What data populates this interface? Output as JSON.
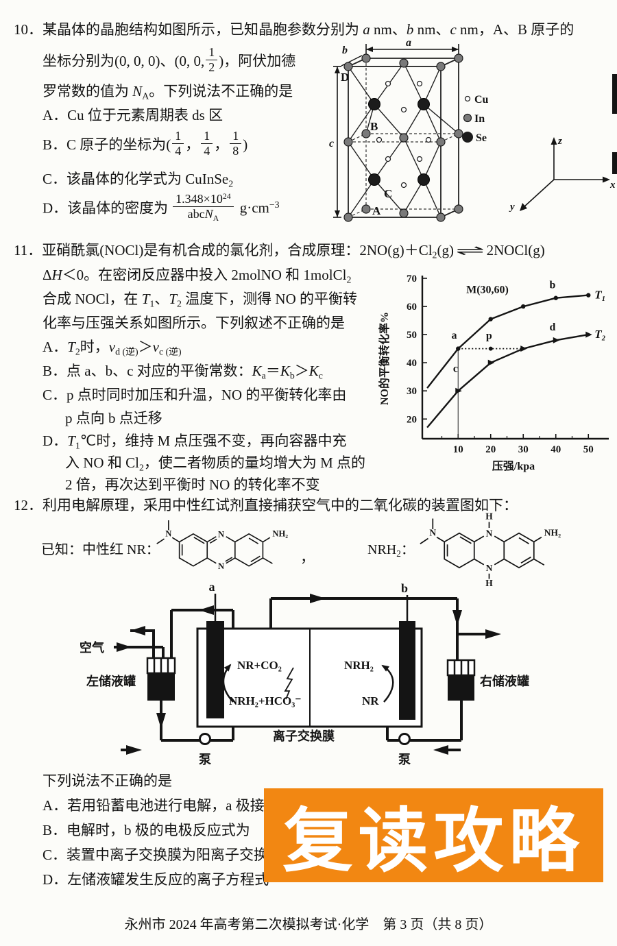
{
  "colors": {
    "paper": "#fcfcf9",
    "ink": "#141414",
    "watermark_bg": "#F28712",
    "watermark_text": "#ffffff"
  },
  "watermark": {
    "text": "复读攻略"
  },
  "footer": "永州市 2024 年高考第二次模拟考试·化学　第 3 页（共 8 页）",
  "q10": {
    "l1": "10．某晶体的晶胞结构如图所示，已知晶胞参数分别为 *a* nm、*b* nm、*c* nm，A、B 原子的",
    "l2_pre": "坐标分别为(0, 0, 0)、(0, 0,",
    "f12": {
      "n": "1",
      "d": "2"
    },
    "l2_post": ")，阿伏加德",
    "l3": "罗常数的值为 *N*~A~。下列说法不正确的是",
    "optA": "A．Cu 位于元素周期表 ds 区",
    "optB_pre": "B．C 原子的坐标为(",
    "f14a": {
      "n": "1",
      "d": "4"
    },
    "comma1": "，",
    "f14b": {
      "n": "1",
      "d": "4"
    },
    "comma2": "，",
    "f18": {
      "n": "1",
      "d": "8"
    },
    "optB_post": ")",
    "optC": "C．该晶体的化学式为 CuInSe~2~",
    "optD_pre": "D．该晶体的密度为",
    "fD": {
      "n": "1.348×10^24^",
      "d": "abc*N*~A~"
    },
    "optD_post": "g·cm^−3^",
    "diagram": {
      "dim_a": "a",
      "dim_b": "b",
      "dim_c": "c",
      "label_D": "D",
      "label_B": "B",
      "label_C": "C",
      "label_A": "A",
      "legend": [
        {
          "label": "Cu"
        },
        {
          "label": "In"
        },
        {
          "label": "Se"
        }
      ],
      "axis": {
        "x": "x",
        "y": "y",
        "z": "z"
      }
    }
  },
  "q11": {
    "l1_pre": "11．亚硝酰氯(NOCl)是有机合成的氯化剂，合成原理：2NO(g)＋Cl~2~(g)",
    "eq_arrow": "⇌",
    "l1_post": "2NOCl(g)",
    "l2": "Δ*H*＜0。在密闭反应器中投入 2molNO 和 1molCl~2~",
    "l3": "合成 NOCl，在 *T*~1~、*T*~2~ 温度下，测得 NO 的平衡转",
    "l4": "化率与压强关系如图所示。下列叙述不正确的是",
    "optA": "A．*T*~2~时，*v*~d (逆)~＞*v*~c (逆)~",
    "optB": "B．点 a、b、c 对应的平衡常数：*K*~a~＝*K*~b~＞*K*~c~",
    "optC1": "C．p 点时同时加压和升温，NO 的平衡转化率由",
    "optC2": "p 点向 b 点迁移",
    "optD1": "D．*T*~1~℃时，维持 M 点压强不变，再向容器中充",
    "optD2": "入 NO 和 Cl~2~，使二者物质的量均增大为 M 点的",
    "optD3": "2 倍，再次达到平衡时 NO 的转化率不变"
  },
  "chart_data": {
    "type": "line",
    "title": "",
    "xlabel": "压强/kpa",
    "ylabel": "NO的平衡转化率%",
    "xlim": [
      -1,
      55
    ],
    "ylim": [
      13,
      70
    ],
    "xticks": [
      10,
      20,
      30,
      40,
      50
    ],
    "xminor": [
      5,
      15,
      25,
      35,
      45
    ],
    "yticks": [
      20,
      30,
      40,
      50,
      60,
      70
    ],
    "legend_position": "right-of-curve-ends",
    "grid": false,
    "series": [
      {
        "name": "T₁",
        "marker": "dot",
        "x": [
          0.5,
          10,
          20,
          30,
          40,
          50
        ],
        "y": [
          31,
          45,
          55.5,
          60,
          63,
          64
        ]
      },
      {
        "name": "T₂",
        "marker": "triangle",
        "x": [
          0.5,
          10,
          20,
          30,
          40,
          50
        ],
        "y": [
          17,
          30,
          40,
          45,
          48,
          50
        ]
      }
    ],
    "points": [
      {
        "label": "p",
        "x": 20,
        "y": 45
      }
    ],
    "point_labels": [
      {
        "text": "a",
        "x": 8.8,
        "y": 48.6
      },
      {
        "text": "c",
        "x": 9.2,
        "y": 36.8
      },
      {
        "text": "b",
        "x": 39,
        "y": 66.5
      },
      {
        "text": "d",
        "x": 39,
        "y": 51.5
      },
      {
        "text": "p",
        "x": 19.5,
        "y": 48.5
      }
    ],
    "annotations": [
      {
        "text": "M(30,60)",
        "x": 12.5,
        "y": 64.8
      }
    ],
    "dotted_line": {
      "y": 45,
      "x1": 10,
      "x2": 30
    },
    "vline": {
      "x": 10,
      "y1": 13.2,
      "y2": 45
    }
  },
  "q12": {
    "l1": "12．利用电解原理，采用中性红试剂直接捕获空气中的二氧化碳的装置图如下：",
    "known_label": "已知：中性红 NR：",
    "comma": "，",
    "nrh2_label": "NRH~2~：",
    "mol": {
      "n": "N",
      "h": "H",
      "nh2": "NH₂"
    },
    "device": {
      "air": "空气",
      "left_tank": "左储液罐",
      "right_tank": "右储液罐",
      "membrane": "离子交换膜",
      "pump_left": "泵",
      "pump_right": "泵",
      "electrode_a": "a",
      "electrode_b": "b",
      "left_top": "NR+CO₂",
      "left_bottom": "NRH₂+HCO₃⁻",
      "right_top": "NRH₂",
      "right_bottom": "NR"
    },
    "stem": "下列说法不正确的是",
    "optA": "A．若用铅蓄电池进行电解，a 极接",
    "optB": "B．电解时，b 极的电极反应式为",
    "optC": "C．装置中离子交换膜为阳离子交换",
    "optD": "D．左储液罐发生反应的离子方程式"
  }
}
